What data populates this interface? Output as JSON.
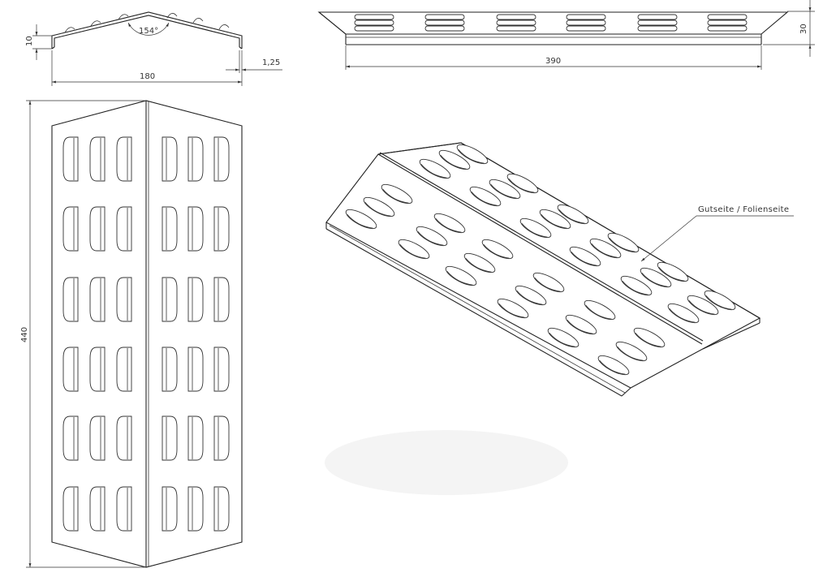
{
  "dimensions": {
    "height_10": "10",
    "width_180": "180",
    "thickness": "1,25",
    "angle": "154°",
    "length_390": "390",
    "height_30": "30",
    "length_440": "440"
  },
  "annotation": {
    "good_side": "Gutseite / Folienseite"
  },
  "colors": {
    "line": "#222222",
    "background": "#ffffff"
  }
}
